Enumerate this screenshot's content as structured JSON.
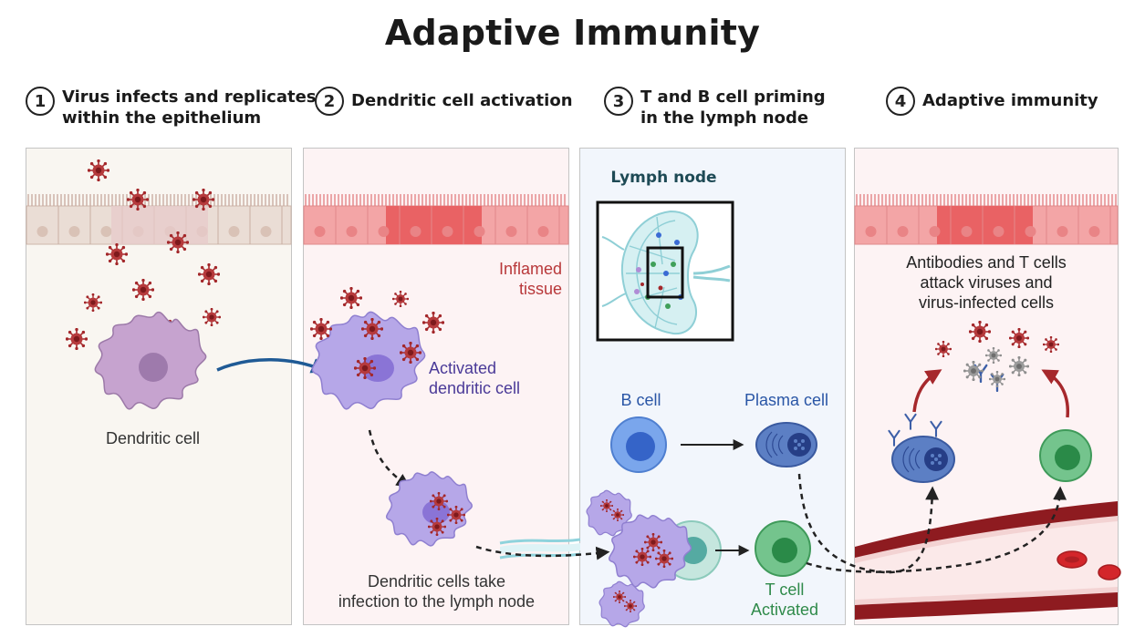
{
  "title": "Adaptive Immunity",
  "steps": [
    {
      "num": "1",
      "label": "Virus infects and replicates\nwithin the epithelium"
    },
    {
      "num": "2",
      "label": "Dendritic cell activation"
    },
    {
      "num": "3",
      "label": "T and B cell priming\nin the lymph node"
    },
    {
      "num": "4",
      "label": "Adaptive immunity"
    }
  ],
  "panel1": {
    "dendritic_cell": "Dendritic cell"
  },
  "panel2": {
    "inflamed_tissue": "Inflamed\ntissue",
    "activated_dc": "Activated\ndendritic cell",
    "dc_take": "Dendritic cells take\ninfection to the lymph node"
  },
  "panel3": {
    "lymph_node": "Lymph node",
    "b_cell": "B cell",
    "plasma_cell": "Plasma cell",
    "t_cell": "T cell\nActivated"
  },
  "panel4": {
    "attack": "Antibodies and T cells\nattack viruses and\nvirus-infected cells"
  },
  "colors": {
    "virus": "#a3272a",
    "virus_grey": "#8f8f8f",
    "dendritic": "#b89ac9",
    "dendritic_activated": "#b6a7e8",
    "b_cell": "#5b8fe0",
    "plasma_cell": "#3d5fa8",
    "t_cell": "#4aa86a",
    "arrow_blue": "#1f5a95",
    "arrow_red": "#a6282c",
    "vessel": "#8e1b20",
    "inflamed_text": "#b8383a",
    "activated_text": "#4a3a98",
    "b_text": "#2a56a6",
    "t_text": "#2f8a4a",
    "lymph_title": "#1e4a55"
  },
  "icons": [
    "virus-icon",
    "dendritic-cell-icon",
    "b-cell-icon",
    "plasma-cell-icon",
    "t-cell-icon",
    "antibody-icon",
    "lymph-node-icon",
    "blood-vessel-icon",
    "epithelium-icon"
  ]
}
